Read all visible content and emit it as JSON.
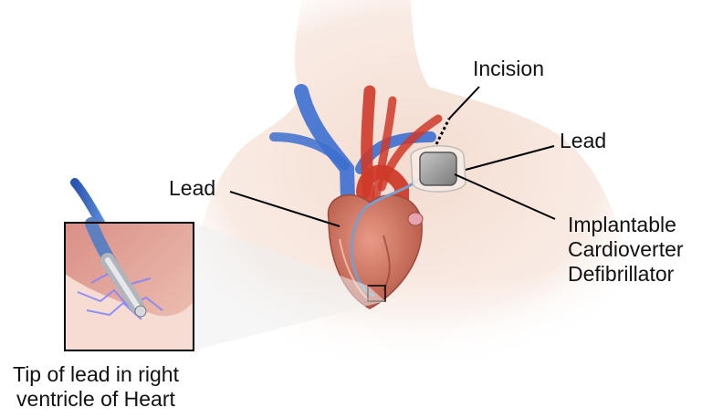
{
  "labels": {
    "incision": "Incision",
    "lead_right": "Lead",
    "lead_left": "Lead",
    "icd_line1": "Implantable",
    "icd_line2": "Cardioverter",
    "icd_line3": "Defibrillator",
    "inset_line1": "Tip of lead in right",
    "inset_line2": "ventricle of Heart"
  },
  "colors": {
    "background": "#ffffff",
    "skin": "#f2d3c4",
    "vein": "#3c6fd0",
    "artery": "#cf3a2a",
    "heart": "#d9806e",
    "device": "#9a9a9a",
    "electric": "#7f82ff",
    "leader": "#000000"
  }
}
